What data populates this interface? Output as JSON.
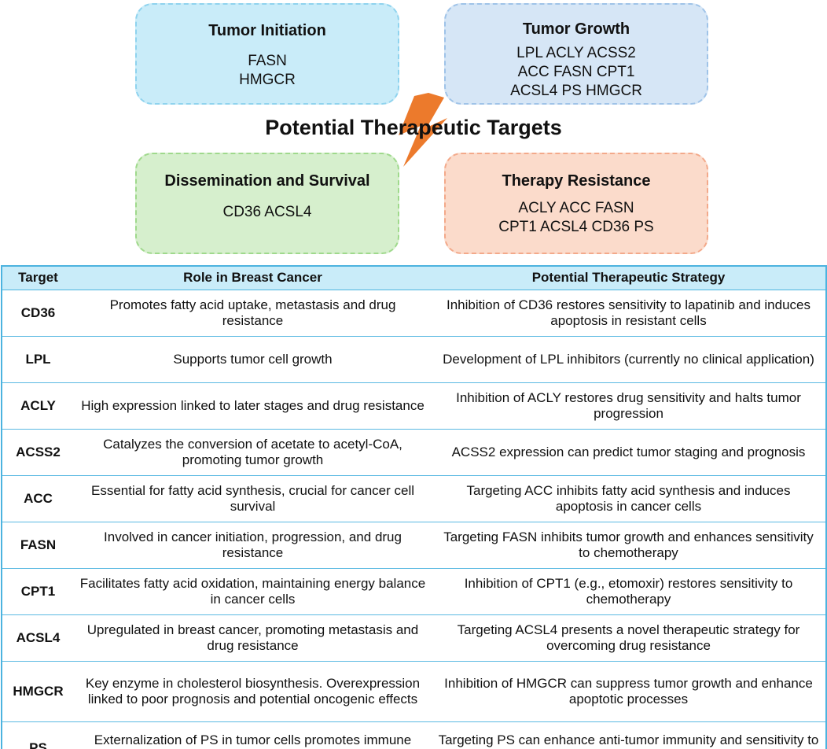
{
  "diagram": {
    "center_title": "Potential Therapeutic Targets",
    "boxes": {
      "initiation": {
        "title": "Tumor Initiation",
        "lines": [
          "FASN",
          "HMGCR"
        ]
      },
      "growth": {
        "title": "Tumor Growth",
        "lines": [
          "LPL ACLY ACSS2",
          "ACC FASN CPT1",
          "ACSL4 PS HMGCR"
        ]
      },
      "dissemination": {
        "title": "Dissemination and Survival",
        "lines": [
          "CD36 ACSL4"
        ]
      },
      "resistance": {
        "title": "Therapy Resistance",
        "lines": [
          "ACLY ACC FASN",
          "CPT1 ACSL4 CD36 PS"
        ]
      }
    },
    "colors": {
      "bolt": "#ec7a2c",
      "table_border": "#4cb3df",
      "table_header_bg": "#c9ecf9"
    }
  },
  "table": {
    "headers": [
      "Target",
      "Role in Breast Cancer",
      "Potential Therapeutic Strategy"
    ],
    "rows": [
      {
        "target": "CD36",
        "role": "Promotes fatty acid uptake, metastasis and drug resistance",
        "strategy": "Inhibition of CD36 restores sensitivity to lapatinib and induces apoptosis in resistant cells"
      },
      {
        "target": "LPL",
        "role": "Supports tumor cell growth",
        "strategy": "Development of LPL inhibitors (currently no clinical application)"
      },
      {
        "target": "ACLY",
        "role": "High expression linked to later stages and drug resistance",
        "strategy": "Inhibition of ACLY restores drug sensitivity and halts tumor progression"
      },
      {
        "target": "ACSS2",
        "role": "Catalyzes the conversion of acetate to acetyl-CoA, promoting tumor growth",
        "strategy": "ACSS2 expression can predict tumor staging and prognosis"
      },
      {
        "target": "ACC",
        "role": "Essential for fatty acid synthesis, crucial for cancer cell survival",
        "strategy": "Targeting ACC inhibits fatty acid synthesis and induces apoptosis in cancer cells"
      },
      {
        "target": "FASN",
        "role": "Involved in cancer initiation, progression, and drug resistance",
        "strategy": "Targeting FASN inhibits tumor growth and enhances sensitivity to chemotherapy"
      },
      {
        "target": "CPT1",
        "role": "Facilitates fatty acid oxidation, maintaining energy balance in cancer cells",
        "strategy": "Inhibition of CPT1 (e.g., etomoxir) restores sensitivity to chemotherapy"
      },
      {
        "target": "ACSL4",
        "role": "Upregulated in breast cancer, promoting metastasis and drug resistance",
        "strategy": "Targeting ACSL4 presents a novel therapeutic strategy for overcoming drug resistance"
      },
      {
        "target": "HMGCR",
        "role": "Key enzyme in cholesterol biosynthesis. Overexpression linked to poor prognosis and potential oncogenic effects",
        "strategy": "Inhibition of HMGCR can suppress tumor growth and enhance apoptotic processes"
      },
      {
        "target": "PS",
        "role": "Externalization of PS in tumor cells promotes immune evasion and chemoresistance",
        "strategy": "Targeting PS can enhance anti-tumor immunity and sensitivity to therapy"
      }
    ]
  }
}
